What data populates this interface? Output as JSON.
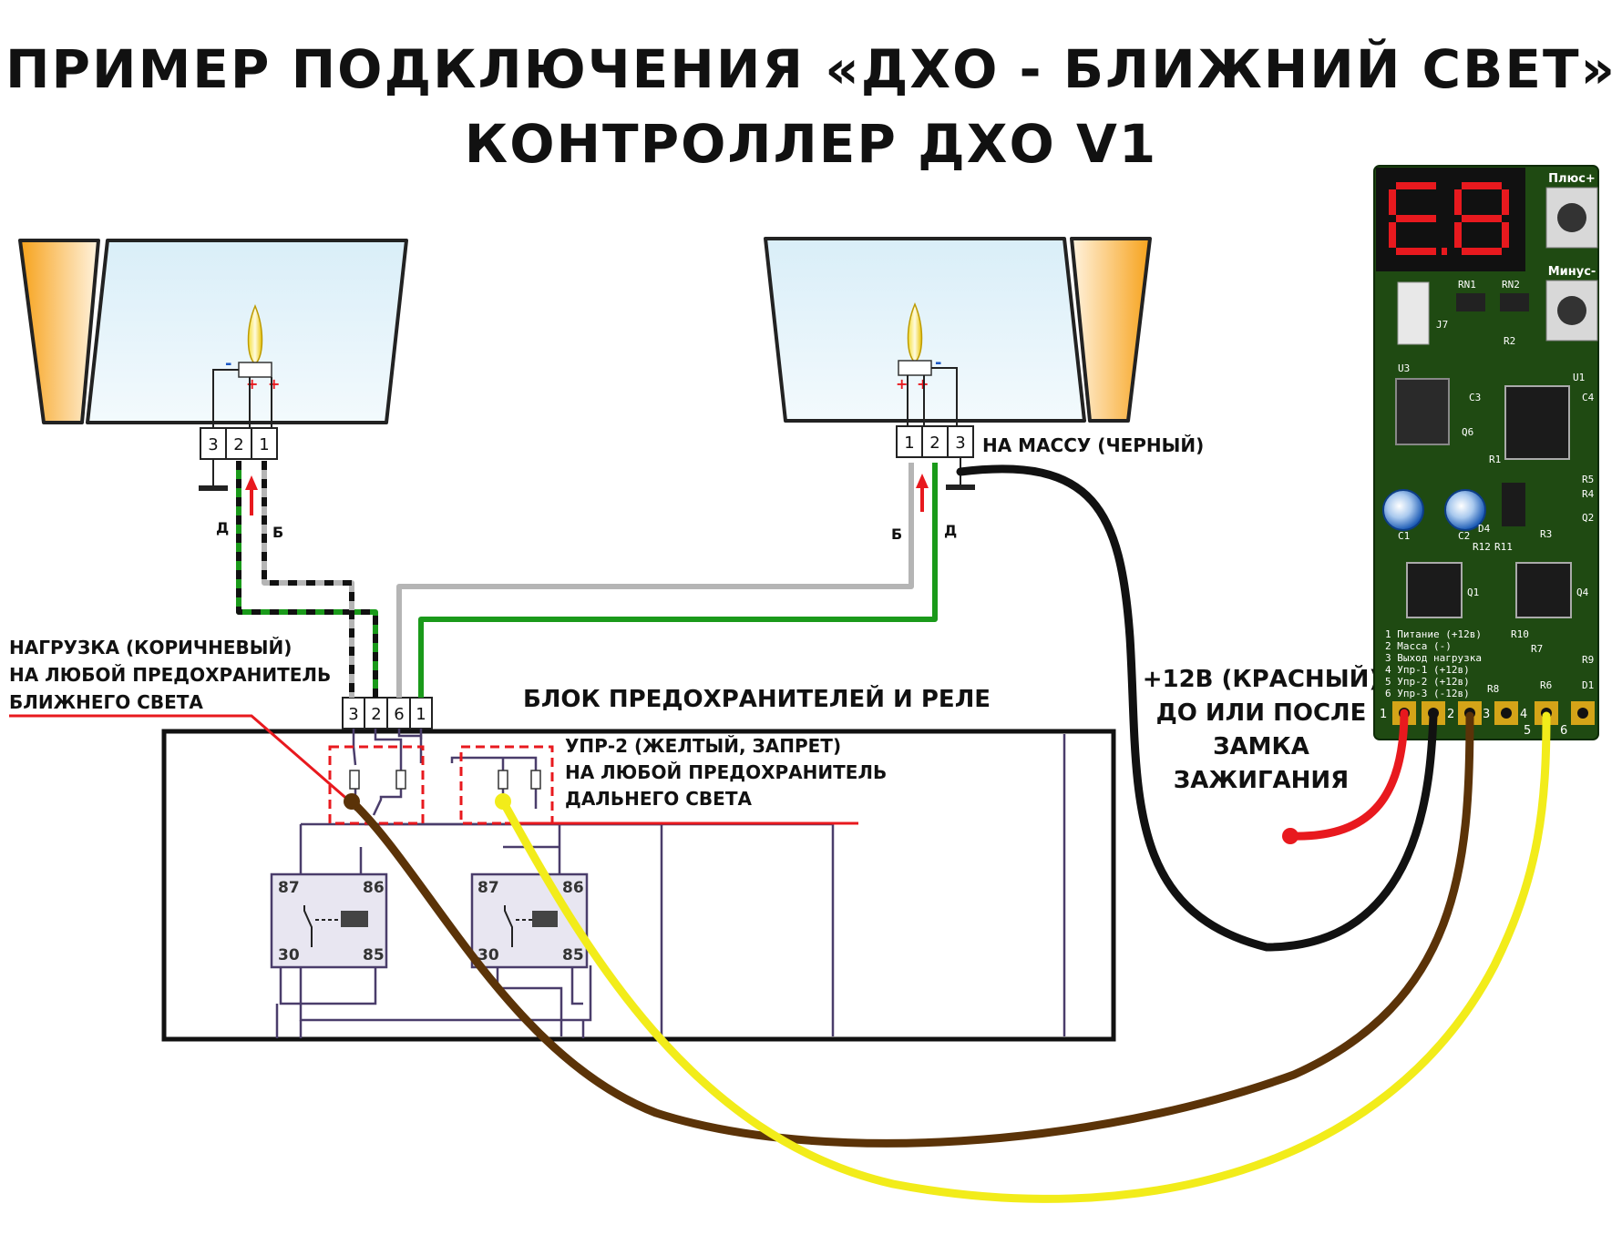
{
  "title": {
    "line1": "ПРИМЕР ПОДКЛЮЧЕНИЯ «ДХО - БЛИЖНИЙ СВЕТ»",
    "line2": "КОНТРОЛЛЕР ДХО V1"
  },
  "left_headlight": {
    "pins": [
      "3",
      "2",
      "1"
    ],
    "polarity_minus": "-",
    "polarity_plus": "+",
    "wire_d": "Д",
    "wire_b": "Б"
  },
  "right_headlight": {
    "pins": [
      "1",
      "2",
      "3"
    ],
    "polarity_minus": "-",
    "polarity_plus": "+",
    "wire_b": "Б",
    "wire_d": "Д",
    "ground_label": "НА МАССУ (ЧЕРНЫЙ)"
  },
  "load_label": {
    "line1": "НАГРУЗКА (КОРИЧНЕВЫЙ)",
    "line2": "НА ЛЮБОЙ ПРЕДОХРАНИТЕЛЬ",
    "line3": "БЛИЖНЕГО СВЕТА"
  },
  "fuse_block": {
    "title": "БЛОК ПРЕДОХРАНИТЕЛЕЙ И РЕЛЕ",
    "pins": [
      "3",
      "2",
      "6",
      "1"
    ]
  },
  "upr2_label": {
    "line1": "УПР-2 (ЖЕЛТЫЙ, ЗАПРЕТ)",
    "line2": "НА ЛЮБОЙ ПРЕДОХРАНИТЕЛЬ",
    "line3": "ДАЛЬНЕГО СВЕТА"
  },
  "relays": [
    {
      "p87": "87",
      "p86": "86",
      "p30": "30",
      "p85": "85"
    },
    {
      "p87": "87",
      "p86": "86",
      "p30": "30",
      "p85": "85"
    }
  ],
  "power_label": {
    "line1": "+12В (КРАСНЫЙ)",
    "line2": "ДО ИЛИ ПОСЛЕ",
    "line3": "ЗАМКА",
    "line4": "ЗАЖИГАНИЯ"
  },
  "controller": {
    "btn_plus": "Плюс+",
    "btn_minus": "Минус-",
    "parts": [
      "RN1",
      "RN2",
      "J7",
      "R2",
      "U3",
      "U1",
      "C3",
      "C4",
      "Q6",
      "R1",
      "R5",
      "R4",
      "C1",
      "C2",
      "D4",
      "R3",
      "Q2",
      "R12",
      "R11",
      "Q1",
      "Q4",
      "R10",
      "R7",
      "R9",
      "R8",
      "R6",
      "D1"
    ],
    "legend": [
      "1 Питание (+12в)",
      "2 Масса (-)",
      "3 Выход нагрузка",
      "4 Упр-1 (+12в)",
      "5 Упр-2 (+12в)",
      "6 Упр-3 (-12в)"
    ],
    "terminals": [
      "1",
      "2",
      "3",
      "4",
      "5",
      "6"
    ]
  },
  "colors": {
    "red": "#e8191e",
    "black": "#111111",
    "brown": "#5b3308",
    "yellow": "#f2ec1a",
    "green": "#1a9a1a",
    "gray": "#b5b5b5",
    "pcb": "#1f4a12",
    "relay_line": "#4a3d6b"
  }
}
